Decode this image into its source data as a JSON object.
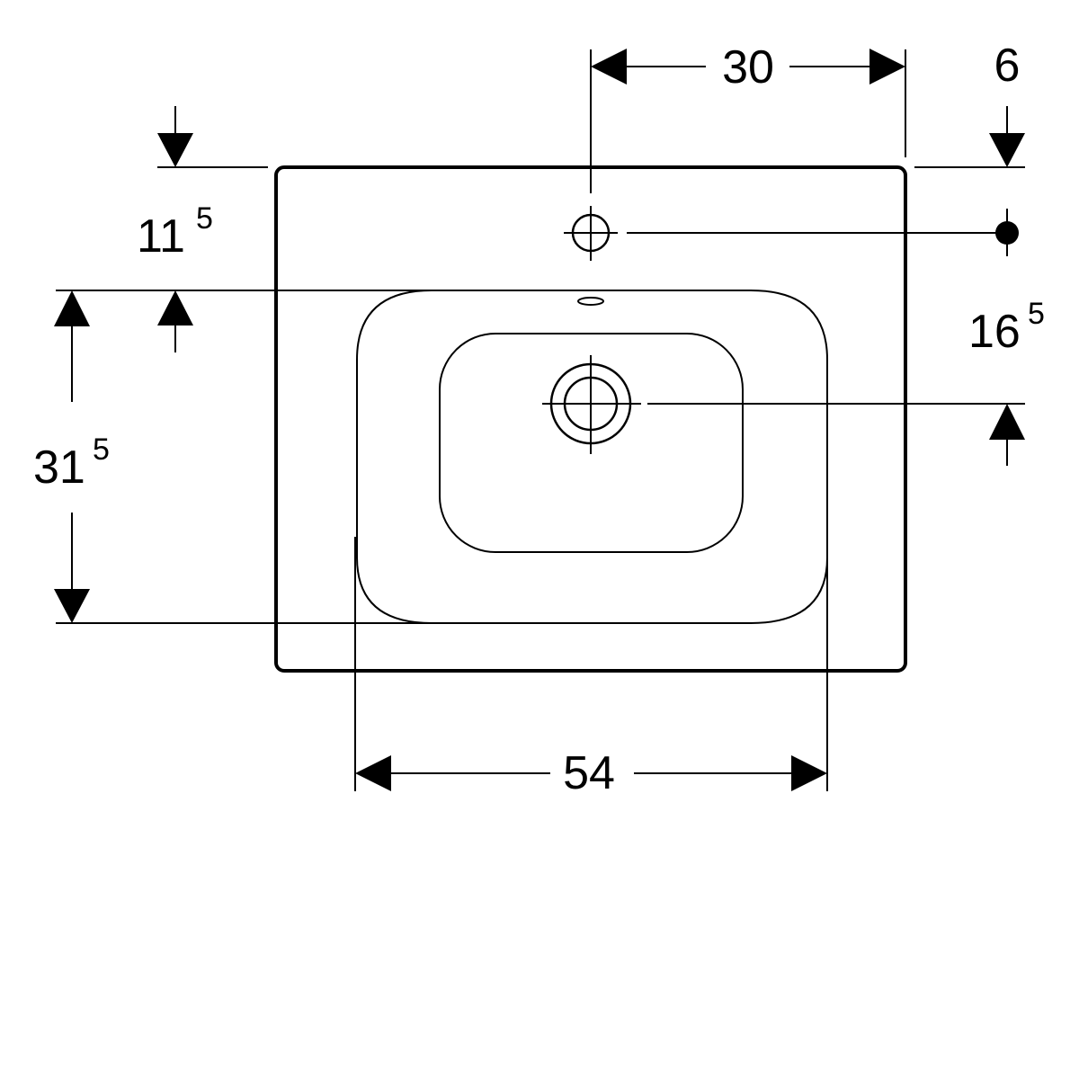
{
  "dimensions": {
    "tap_spacing": "30",
    "tap_offset_top": "6",
    "rim_depth_main": "11",
    "rim_depth_sup": "5",
    "drain_offset_main": "16",
    "drain_offset_sup": "5",
    "basin_depth_main": "31",
    "basin_depth_sup": "5",
    "basin_width": "54"
  },
  "colors": {
    "line": "#000000",
    "background": "#ffffff"
  }
}
